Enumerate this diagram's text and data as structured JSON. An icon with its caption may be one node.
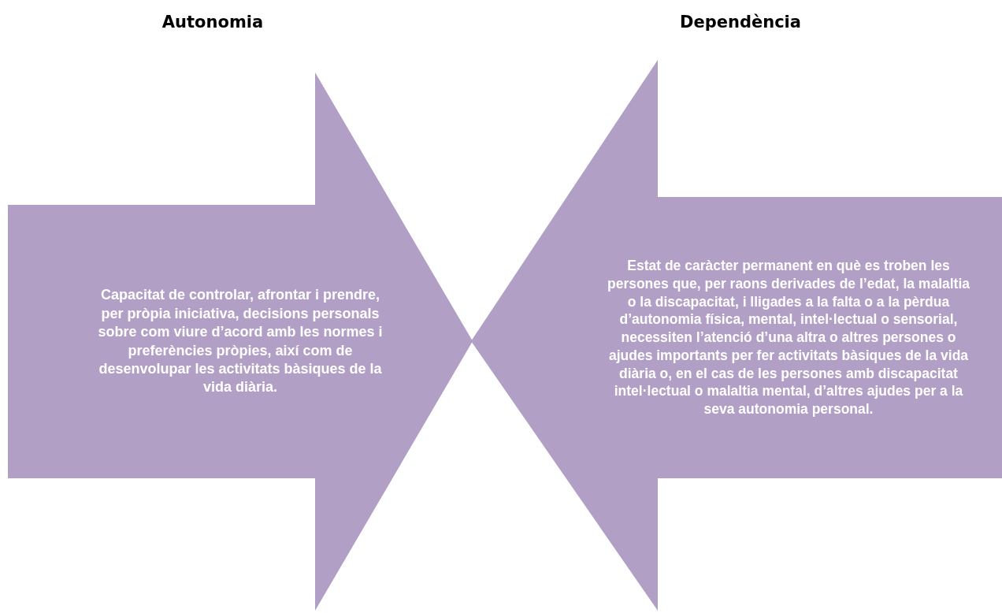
{
  "diagram": {
    "nodes": [
      {
        "text": [
          "Autonomia",
          "Capacitat de controlar, afrontar i prendre, per pròpia iniciativa, decisions personals sobre com viure d’acord amb les normes i preferències pròpies, així com de desenvolupar les activitats bàsiques de la vida diària."
        ]
      },
      {
        "text": [
          "Dependència",
          "Estat de caràcter permanent en què es troben les persones que, per raons derivades de l’edat, la malaltia o la discapacitat, i lligades a la falta o a la pèrdua d’autonomia física, mental, intel·lectual o sensorial, necessiten l’atenció d’una altra o altres persones o ajudes importants per fer activitats bàsiques de la vida diària o, en el cas de les persones amb discapacitat intel·lectual o malaltia mental, d’altres ajudes per a la seva autonomia personal."
        ]
      }
    ]
  }
}
